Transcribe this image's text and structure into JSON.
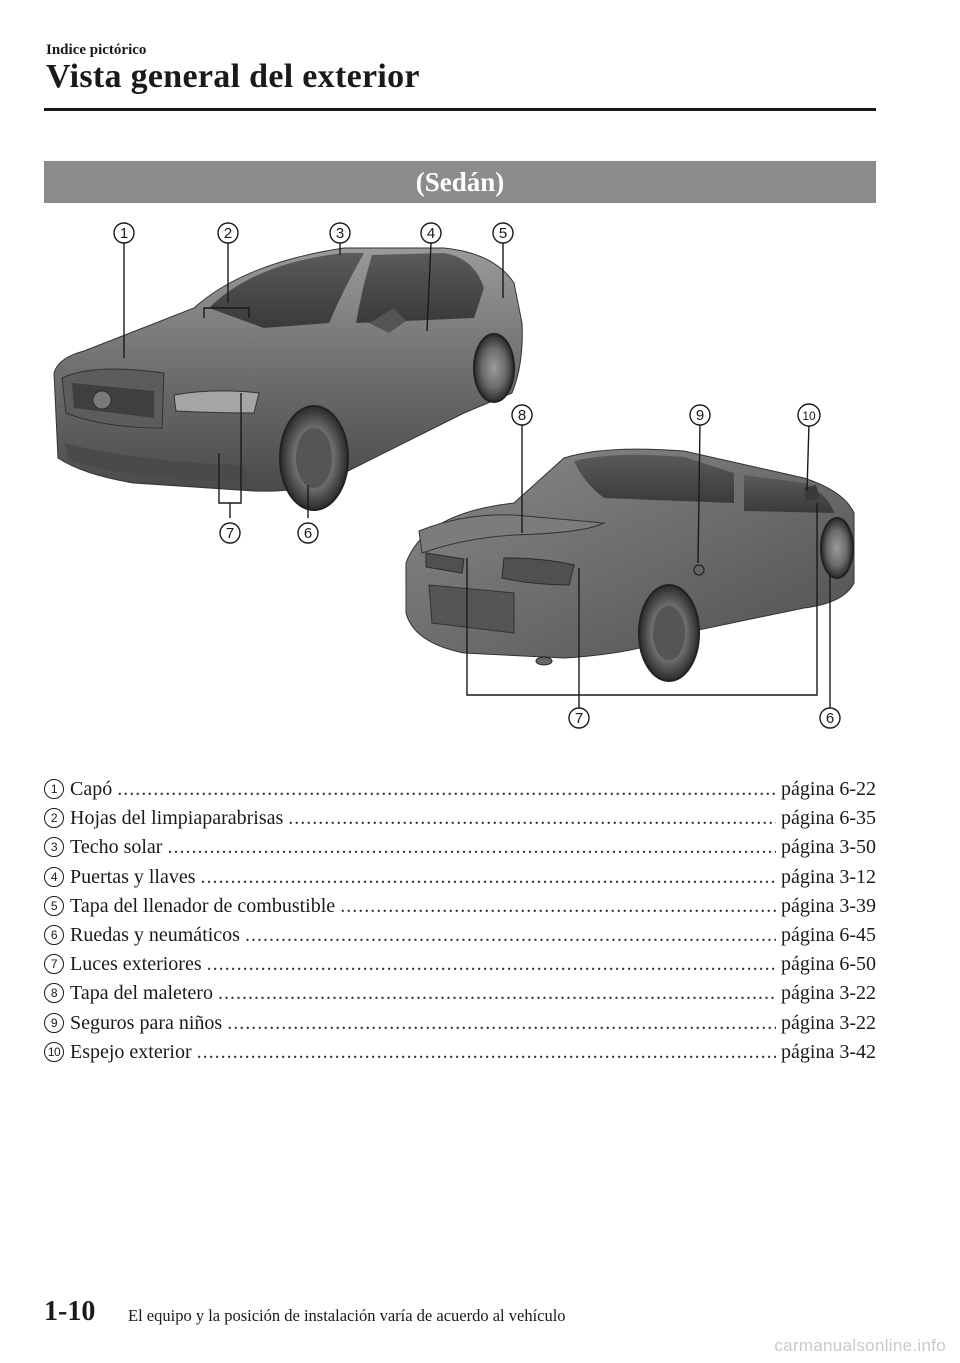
{
  "header": {
    "section": "Indice pictórico",
    "title": "Vista general del exterior"
  },
  "banner": {
    "label": "(Sedán)"
  },
  "figure": {
    "callouts_front": [
      "1",
      "2",
      "3",
      "4",
      "5",
      "6",
      "7"
    ],
    "callouts_rear": [
      "8",
      "9",
      "10",
      "7",
      "6"
    ]
  },
  "items": [
    {
      "num": "1",
      "label": "Capó",
      "page": "página 6-22"
    },
    {
      "num": "2",
      "label": "Hojas del limpiaparabrisas",
      "page": "página 6-35"
    },
    {
      "num": "3",
      "label": "Techo solar",
      "page": "página 3-50"
    },
    {
      "num": "4",
      "label": "Puertas y llaves",
      "page": "página 3-12"
    },
    {
      "num": "5",
      "label": "Tapa del llenador de combustible",
      "page": "página 3-39"
    },
    {
      "num": "6",
      "label": "Ruedas y neumáticos",
      "page": "página 6-45"
    },
    {
      "num": "7",
      "label": "Luces exteriores",
      "page": "página 6-50"
    },
    {
      "num": "8",
      "label": "Tapa del maletero",
      "page": "página 3-22"
    },
    {
      "num": "9",
      "label": "Seguros para niños",
      "page": "página 3-22"
    },
    {
      "num": "10",
      "label": "Espejo exterior",
      "page": "página 3-42"
    }
  ],
  "footer": {
    "page_number": "1-10",
    "note": "El equipo y la posición de instalación varía de acuerdo al vehículo"
  },
  "watermark": "carmanualsonline.info"
}
